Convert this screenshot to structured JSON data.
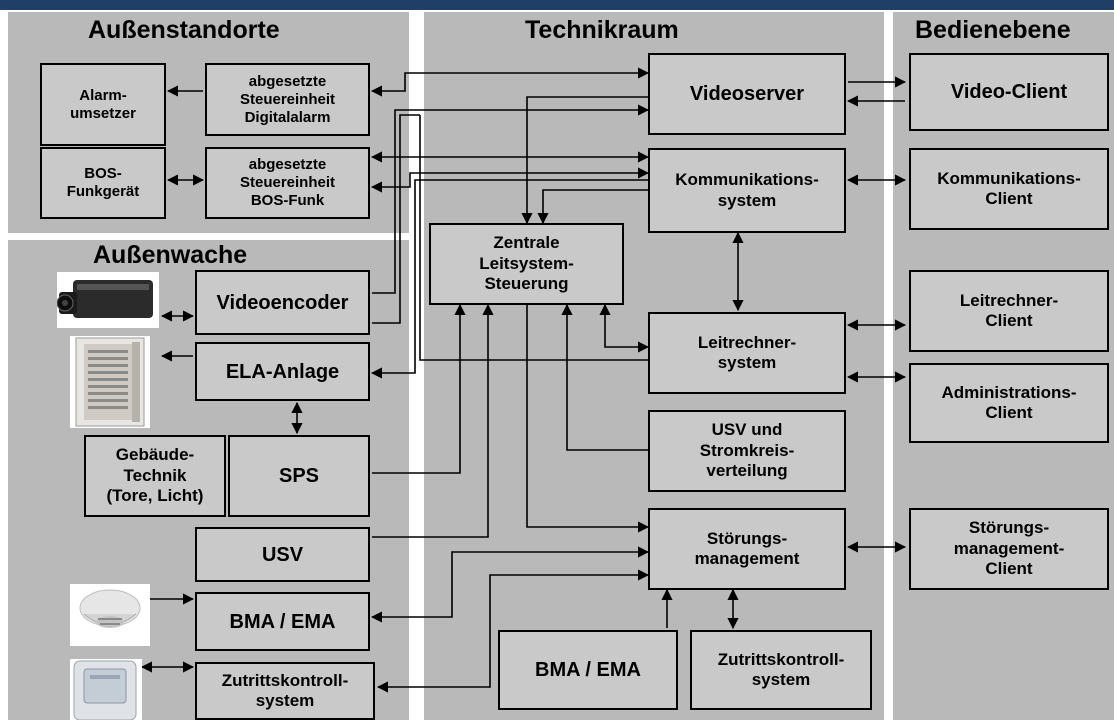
{
  "regions": {
    "aussenstandorte": "Außenstandorte",
    "aussenwache": "Außenwache",
    "technikraum": "Technikraum",
    "bedienebene": "Bedienebene"
  },
  "boxes": {
    "alarmumsetzer": "Alarm-\numsetzer",
    "steuer_digital": "abgesetzte\nSteuereinheit\nDigitalalarm",
    "bos_funkgeraet": "BOS-\nFunkgerät",
    "steuer_bos": "abgesetzte\nSteuereinheit\nBOS-Funk",
    "videoencoder": "Videoencoder",
    "ela": "ELA-Anlage",
    "gebaeudetechnik": "Gebäude-\nTechnik\n(Tore, Licht)",
    "sps": "SPS",
    "usv_left": "USV",
    "bma_left": "BMA / EMA",
    "zutritt_left": "Zutrittskontroll-\nsystem",
    "zentrale": "Zentrale\nLeitsystem-\nSteuerung",
    "videoserver": "Videoserver",
    "kommunikation": "Kommunikations-\nsystem",
    "leitrechner": "Leitrechner-\nsystem",
    "usv_strom": "USV und\nStromkreis-\nverteilung",
    "stoerung": "Störungs-\nmanagement",
    "bma_mid": "BMA / EMA",
    "zutritt_mid": "Zutrittskontroll-\nsystem",
    "video_client": "Video-Client",
    "komm_client": "Kommunikations-\nClient",
    "leit_client": "Leitrechner-\nClient",
    "admin_client": "Administrations-\nClient",
    "stoer_client": "Störungs-\nmanagement-\nClient"
  },
  "devices": {
    "camera": "camera-image",
    "speaker": "speaker-image",
    "smoke_detector": "smoke-detector-image",
    "access_reader": "access-reader-image"
  }
}
